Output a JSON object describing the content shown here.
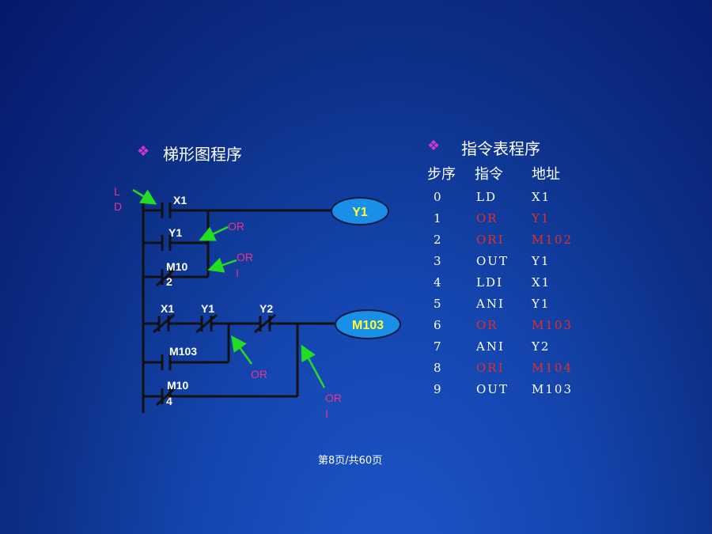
{
  "colors": {
    "background": "#0c2f86",
    "bullet": "#d633d6",
    "highlight_red": "#e0302a",
    "arrow_green": "#22dd22",
    "coil_fill": "#1a8fe8",
    "coil_text": "#ffff33",
    "annotation_pink": "#e8348a"
  },
  "left_section": {
    "bullet_icon": "diamond-bullet",
    "title": "梯形图程序"
  },
  "right_section": {
    "bullet_icon": "diamond-bullet",
    "title": "指令表程序"
  },
  "instruction_table": {
    "headers": [
      "步序",
      "指令",
      "地址"
    ],
    "rows": [
      {
        "step": "0",
        "op": "LD",
        "addr": "X1",
        "highlight": false
      },
      {
        "step": "1",
        "op": "OR",
        "addr": "Y1",
        "highlight": true
      },
      {
        "step": "2",
        "op": "ORI",
        "addr": "M102",
        "highlight": true
      },
      {
        "step": "3",
        "op": "OUT",
        "addr": "Y1",
        "highlight": false
      },
      {
        "step": "4",
        "op": "LDI",
        "addr": "X1",
        "highlight": false
      },
      {
        "step": "5",
        "op": "ANI",
        "addr": "Y1",
        "highlight": false
      },
      {
        "step": "6",
        "op": "OR",
        "addr": "M103",
        "highlight": true
      },
      {
        "step": "7",
        "op": "ANI",
        "addr": "Y2",
        "highlight": false
      },
      {
        "step": "8",
        "op": "ORI",
        "addr": "M104",
        "highlight": true
      },
      {
        "step": "9",
        "op": "OUT",
        "addr": "M103",
        "highlight": false
      }
    ]
  },
  "ladder": {
    "rung1": {
      "contacts": [
        "X1",
        "Y1"
      ],
      "m102_line1": "M10",
      "m102_line2": "2",
      "coil": "Y1"
    },
    "rung2": {
      "contacts": [
        "X1",
        "Y1",
        "Y2"
      ],
      "m103": "M103",
      "m104_line1": "M10",
      "m104_line2": "4",
      "coil": "M103"
    },
    "annotations": {
      "ld_line1": "L",
      "ld_line2": "D",
      "or1": "OR",
      "ori1_line1": "OR",
      "ori1_line2": "I",
      "or2": "OR",
      "ori2_line1": "OR",
      "ori2_line2": "I"
    }
  },
  "footer": "第8页/共60页"
}
